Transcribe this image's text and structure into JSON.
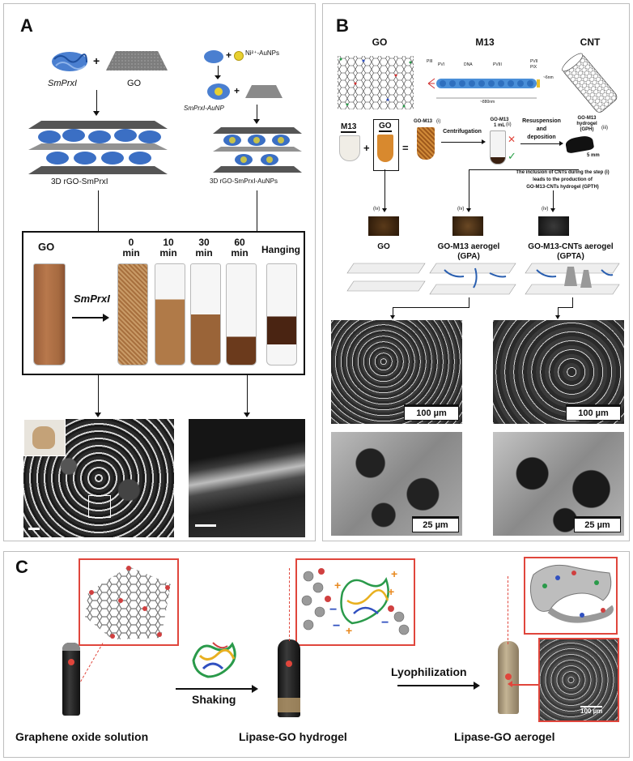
{
  "panelA": {
    "label": "A",
    "smprxl_label": "SmPrxI",
    "go_label": "GO",
    "auNP_label": "Ni²⁺-AuNPs",
    "smprxl_aunp": "SmPrxI-AuNP",
    "rgo_smprxl": "3D rGO-SmPrxI",
    "rgo_smprxl_aunps": "3D rGO-SmPrxI-AuNPs",
    "box_go": "GO",
    "box_arrow_label": "SmPrxI",
    "times": [
      "0\nmin",
      "10\nmin",
      "30\nmin",
      "60\nmin",
      "Hanging"
    ]
  },
  "panelB": {
    "label": "B",
    "titles": [
      "GO",
      "M13",
      "CNT"
    ],
    "m13_labels": [
      "PIII",
      "PVI",
      "DNA",
      "PVIII",
      "PVII",
      "PIX",
      "~6nm",
      "~880nm"
    ],
    "tubes": [
      "M13",
      "GO",
      "GO-M13"
    ],
    "step_i": "(i)",
    "go_m13_1ml": "GO-M13\n1 mL",
    "step_ii": "(ii)",
    "centrifugation": "Centrifugation",
    "resuspension": "Resuspension\nand\ndeposition",
    "gph_label": "GO-M13\nhydrogel\n(GPH)",
    "step_iii": "(iii)",
    "mm5": "5 mm",
    "cnt_note": "The inclusion of CNTs during the step (i)\nleads to the production of\nGO-M13-CNTs hydrogel (GPTH)",
    "step_iv": "(iv)",
    "products": [
      "GO",
      "GO-M13 aerogel\n(GPA)",
      "GO-M13-CNTs aerogel\n(GPTA)"
    ],
    "scale_100": "100 µm",
    "scale_25": "25 µm"
  },
  "panelC": {
    "label": "C",
    "step1": "Graphene oxide solution",
    "shaking": "Shaking",
    "step2": "Lipase-GO hydrogel",
    "lyophilization": "Lyophilization",
    "step3": "Lipase-GO aerogel",
    "scale_100": "100 µm"
  },
  "colors": {
    "panel_border": "#bdbdbd",
    "accent_red": "#e0463c",
    "protein_blue": "#3b6fc4",
    "go_brown": "#a8663a"
  }
}
